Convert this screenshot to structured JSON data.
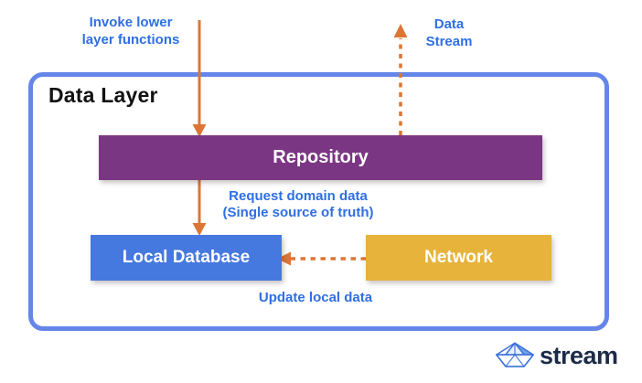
{
  "diagram": {
    "title": "Data Layer",
    "nodes": {
      "repository": {
        "label": "Repository",
        "color": "#7B3683"
      },
      "local_database": {
        "label": "Local Database",
        "color": "#4679DF"
      },
      "network": {
        "label": "Network",
        "color": "#E7B33B"
      }
    },
    "annotations": {
      "invoke": {
        "line1": "Invoke lower",
        "line2": "layer functions"
      },
      "data_stream": {
        "line1": "Data",
        "line2": "Stream"
      },
      "request": {
        "line1": "Request domain data",
        "line2": "(Single source of truth)"
      },
      "update": "Update local data"
    },
    "arrows": [
      {
        "name": "invoke-arrow",
        "style": "solid",
        "direction": "down",
        "from": "outside-top",
        "to": "repository"
      },
      {
        "name": "request-arrow",
        "style": "solid",
        "direction": "down",
        "from": "repository",
        "to": "local_database"
      },
      {
        "name": "data-stream-arrow",
        "style": "dashed",
        "direction": "up",
        "from": "repository",
        "to": "outside-top"
      },
      {
        "name": "update-arrow",
        "style": "dashed",
        "direction": "left",
        "from": "network",
        "to": "local_database"
      }
    ],
    "colors": {
      "frame_border": "#6586E8",
      "annotation_text": "#2E6FE3",
      "arrow": "#DC7635",
      "frame_title_text": "#121212",
      "node_text": "#FFFFFF"
    }
  },
  "branding": {
    "logo_text": "stream",
    "logo_icon": "paper-boat-icon",
    "logo_text_color": "#1C2B47",
    "logo_icon_color": "#3A72D8"
  }
}
